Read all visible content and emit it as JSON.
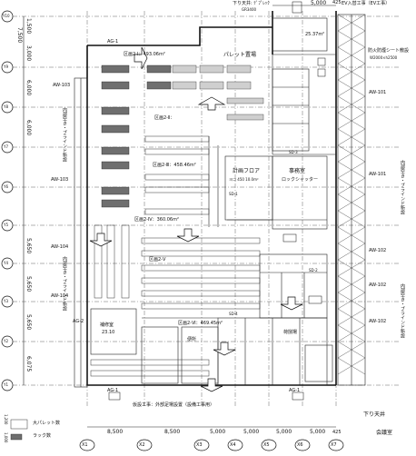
{
  "top_labels": {
    "shutter": "下り天井: ﾃﾞﾌﾟﾚｯｸ",
    "shutter_code": "GR3400",
    "ev_work": "EV入替工事（EV工事）",
    "dim_top_right": "5,000",
    "dim_top_right2": "425"
  },
  "axes": {
    "columns": [
      "X1",
      "X2",
      "X3",
      "X4",
      "X5",
      "X6",
      "X7"
    ],
    "rows": [
      "Y10",
      "Y9",
      "Y8",
      "Y7",
      "Y6",
      "Y5",
      "Y4",
      "Y3",
      "Y2",
      "Y1"
    ],
    "bottom_dims": [
      "8,500",
      "8,500",
      "5,000",
      "5,000",
      "5,000",
      "5,000",
      "425"
    ],
    "left_dims": [
      "1,500",
      "3,000",
      "7,500",
      "6,000",
      "6,000",
      "5,650",
      "5,650",
      "5,650",
      "6,075"
    ]
  },
  "rooms": {
    "area_a": "区画2-Ⅰ：493.06m²",
    "area_b": "区画2-Ⅱ：",
    "area_c": "区画2-Ⅲ：458.46m²",
    "area_d": "区画2-Ⅳ：360.06m²",
    "area_e": "区画2-Ⅴ",
    "area_f": "区画2-Ⅵ：469.45m²",
    "pallet_yard": "パレット置場",
    "lift_area": "25.37m²",
    "fire_sheet": "防火防煙シート敷設",
    "fire_sheet_size": "W2000×h2500",
    "office_floor": "計画フロア",
    "office_floor_sub": "ヨコ 450 10.0m²",
    "office": "事務室",
    "office_sub": "ロックシャッター",
    "repair_room": "補修室",
    "repair_area": "23.10",
    "meeting_room": "会議室",
    "lower_ceiling": "下り天井",
    "temp_work": "仮設工事：外部足場設置（設備工事用）",
    "kiln": "荷捌場",
    "toilet": "便所"
  },
  "wall_labels": {
    "aw101": "AW-101",
    "aw102": "AW-102",
    "aw103": "AW-103",
    "aw104": "AW-104",
    "ag1": "AG-1",
    "ag2": "AG-2",
    "sd1": "SD-1",
    "sd2": "SD-2",
    "sd3": "SD-3",
    "sd4": "SD-4",
    "vertical_left1": "内部空き・ブラインド新設",
    "vertical_left2": "内部空き・ブラインド新設",
    "vertical_right1": "内部空き・ブラインド新設",
    "vertical_right2": "内部空き・ブラインド新設"
  },
  "legend": {
    "pallet_label": "大パレット数",
    "rack_label": "ラック数",
    "dim1": "1,200",
    "dim2": "1,000"
  }
}
